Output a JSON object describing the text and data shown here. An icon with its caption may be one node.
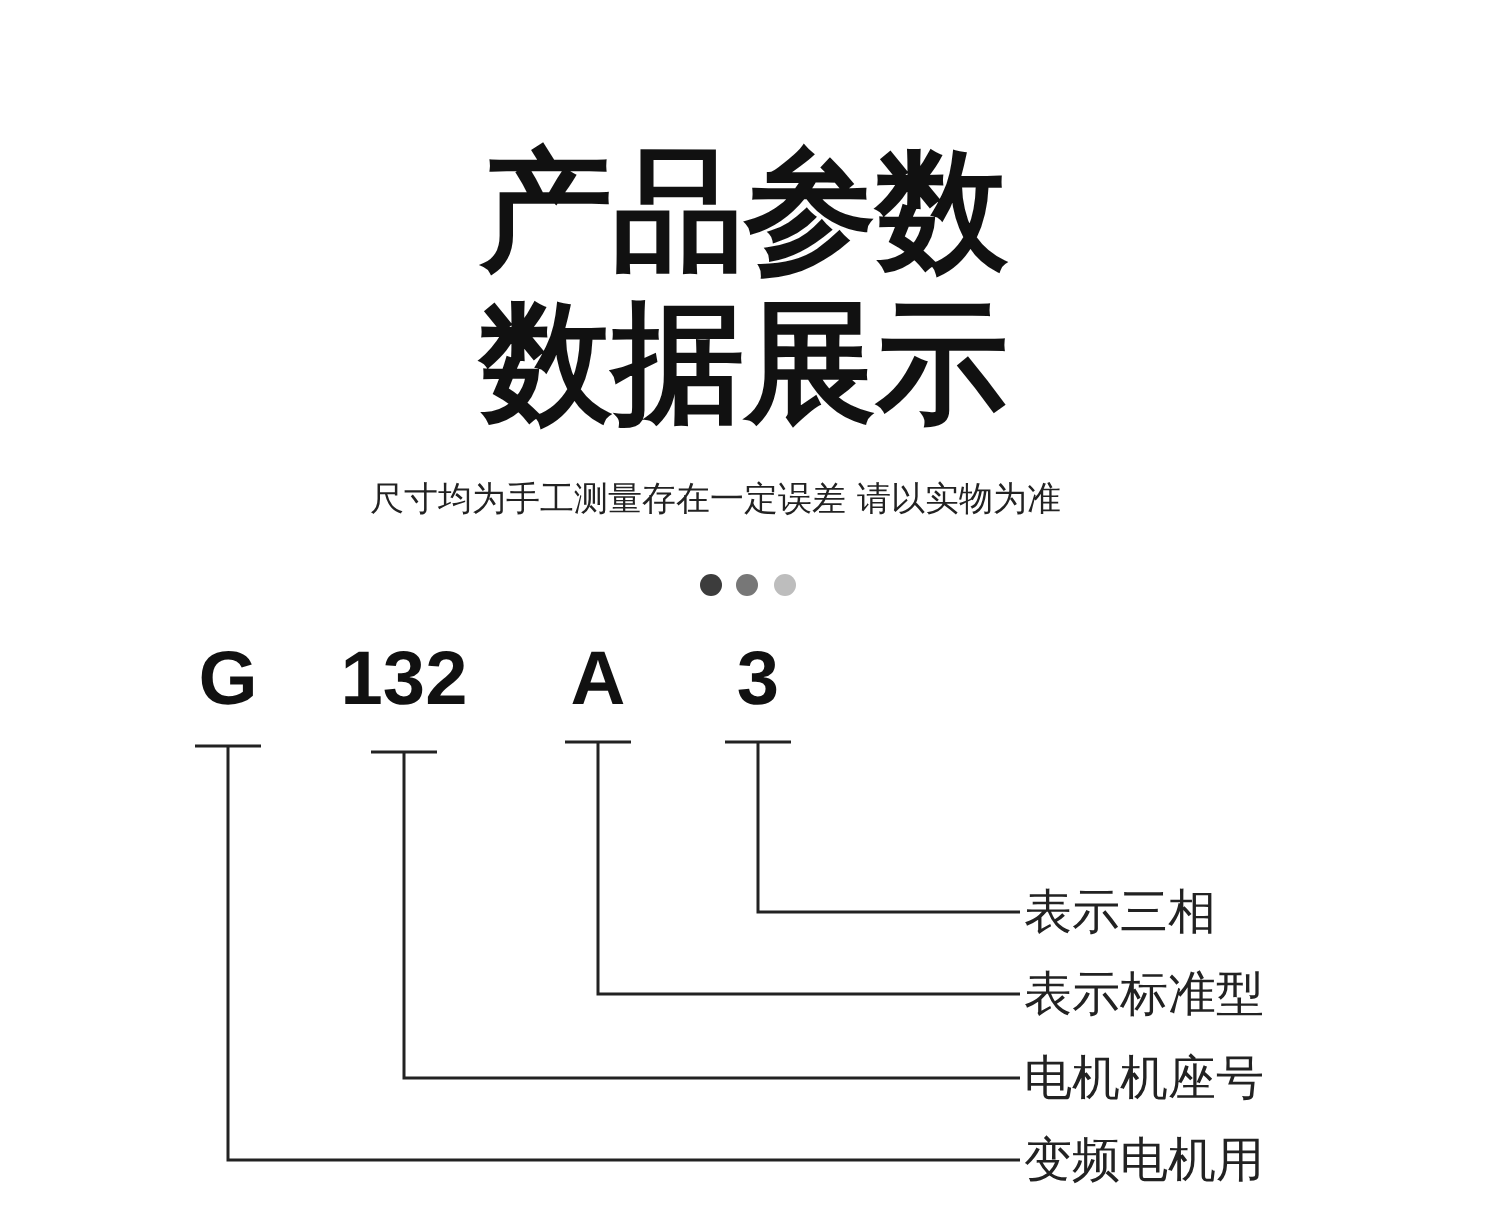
{
  "diagram": {
    "title": "产品参数数据展示",
    "nodes": [
      {
        "text": [
          "G"
        ]
      },
      {
        "text": [
          "132"
        ]
      },
      {
        "text": [
          "A"
        ]
      },
      {
        "text": [
          "3"
        ]
      },
      {
        "text": [
          "表示三相"
        ]
      },
      {
        "text": [
          "表示标准型"
        ]
      },
      {
        "text": [
          "电机机座号"
        ]
      },
      {
        "text": [
          "变频电机用"
        ]
      }
    ],
    "edges": [
      {
        "from": 0,
        "to": 7,
        "arrow": "none"
      },
      {
        "from": 1,
        "to": 6,
        "arrow": "none"
      },
      {
        "from": 2,
        "to": 5,
        "arrow": "none"
      },
      {
        "from": 3,
        "to": 4,
        "arrow": "none"
      }
    ],
    "labels": [
      "尺寸均为手工测量存在一定误差 请以实物为准"
    ]
  }
}
